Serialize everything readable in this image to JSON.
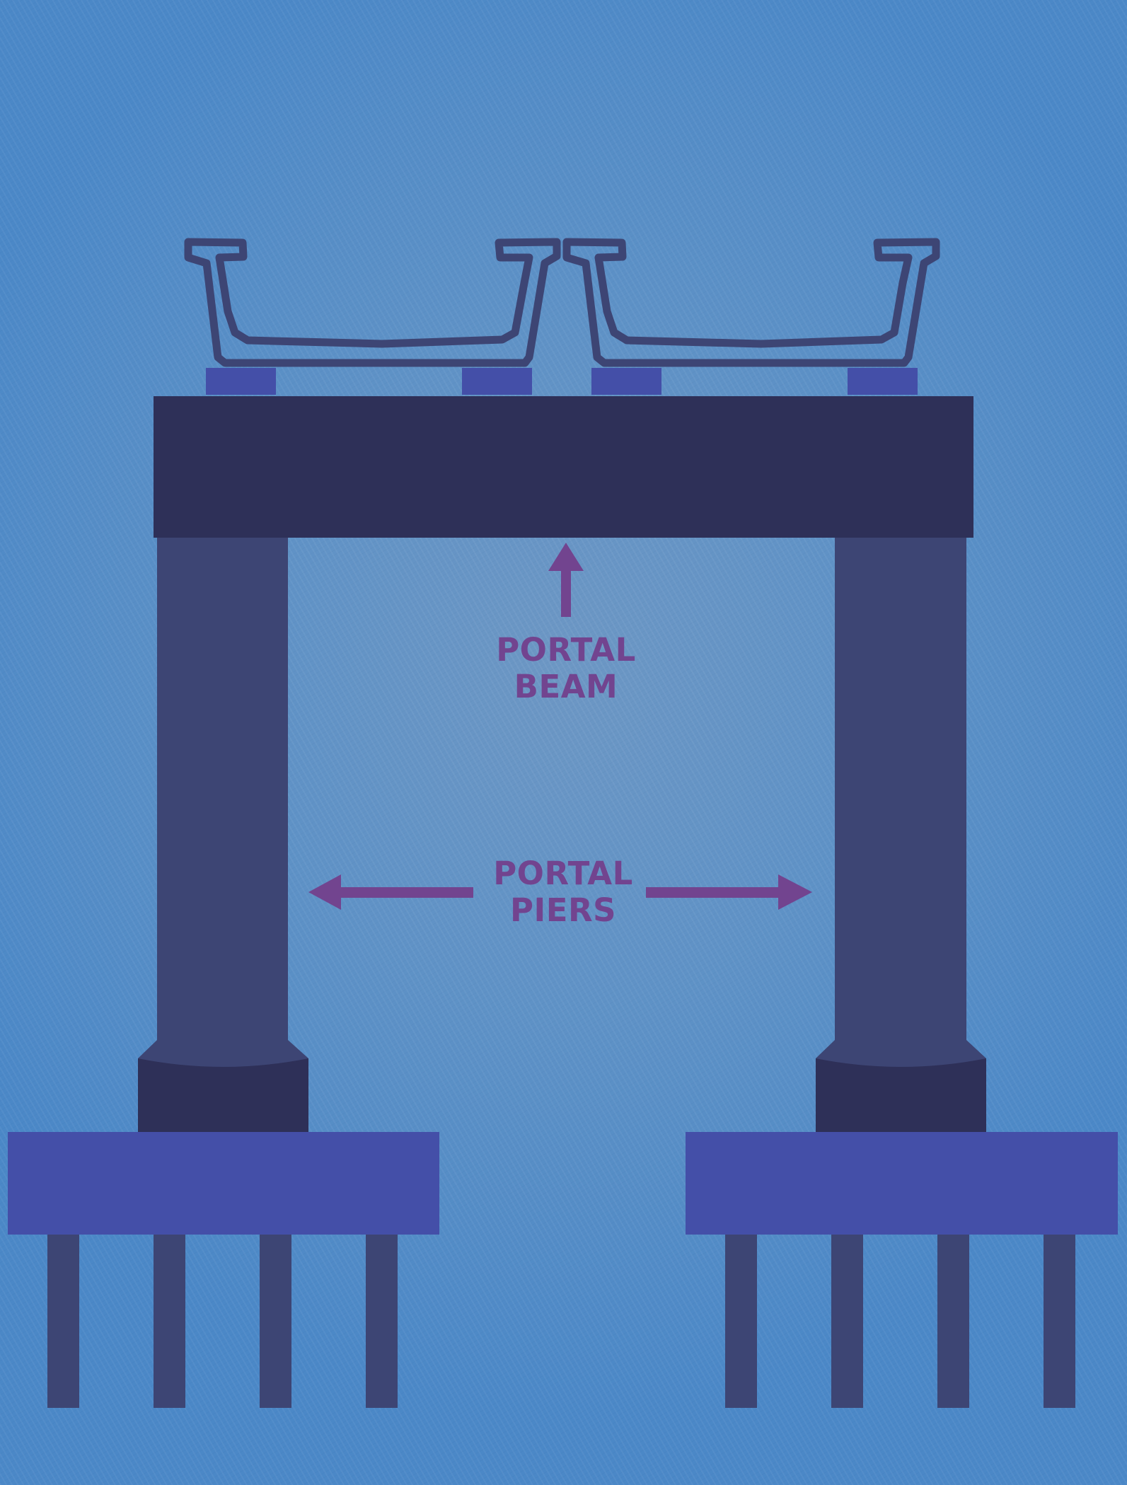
{
  "diagram": {
    "title": "Portal pier bridge cross-section",
    "labels": {
      "beam": {
        "line1": "PORTAL",
        "line2": "BEAM"
      },
      "piers": {
        "line1": "PORTAL",
        "line2": "PIERS"
      }
    },
    "components": [
      "U-trough girder (left)",
      "U-trough girder (right)",
      "bearings (4)",
      "portal beam",
      "portal pier (left)",
      "portal pier (right)",
      "pier base collar (left)",
      "pier base collar (right)",
      "pile cap (left)",
      "pile cap (right)",
      "piles (4 per pile cap)"
    ],
    "colors": {
      "background": "#5f92c6",
      "beam": "#2e3058",
      "pier": "#3d4574",
      "pile_cap": "#444fa8",
      "bearing": "#444fa8",
      "girder_outline": "#3d4574",
      "annotation": "#72448f"
    }
  }
}
